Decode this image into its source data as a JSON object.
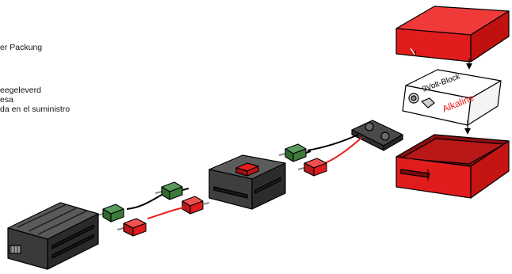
{
  "notes": [
    "er Packung",
    "eegeleverd",
    "esa",
    "da en el suministro"
  ],
  "battery": {
    "block_label": "9Volt-Block",
    "brand_label": "Alkaline"
  },
  "colors": {
    "red": "#e81e1e",
    "green": "#3c7a3c",
    "dark": "#3a3a3a",
    "outline": "#000000"
  }
}
